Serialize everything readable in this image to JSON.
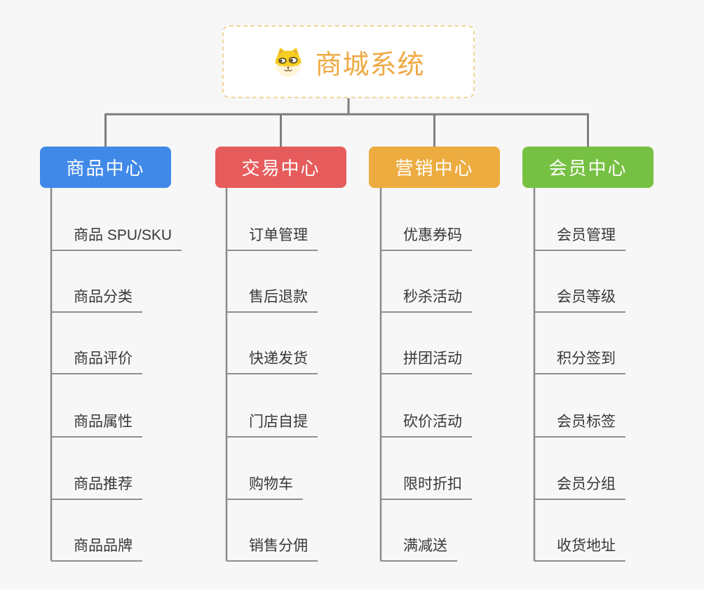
{
  "root": {
    "title": "商城系统",
    "icon": "dog-face-icon",
    "title_color": "#efa944",
    "border_color": "#f2d49b"
  },
  "branches": [
    {
      "label": "商品中心",
      "color": "#4189e9",
      "children": [
        "商品 SPU/SKU",
        "商品分类",
        "商品评价",
        "商品属性",
        "商品推荐",
        "商品品牌"
      ]
    },
    {
      "label": "交易中心",
      "color": "#e65c5c",
      "children": [
        "订单管理",
        "售后退款",
        "快递发货",
        "门店自提",
        "购物车",
        "销售分佣"
      ]
    },
    {
      "label": "营销中心",
      "color": "#edac40",
      "children": [
        "优惠券码",
        "秒杀活动",
        "拼团活动",
        "砍价活动",
        "限时折扣",
        "满减送"
      ]
    },
    {
      "label": "会员中心",
      "color": "#76c143",
      "children": [
        "会员管理",
        "会员等级",
        "积分签到",
        "会员标签",
        "会员分组",
        "收货地址"
      ]
    }
  ],
  "colors": {
    "background": "#f7f7f7",
    "connector": "#7e7e7e",
    "branch_spine": "#8a8a8a",
    "child_underline": "#8f8f8f",
    "child_text": "#383838",
    "header_text": "#ffffff"
  }
}
